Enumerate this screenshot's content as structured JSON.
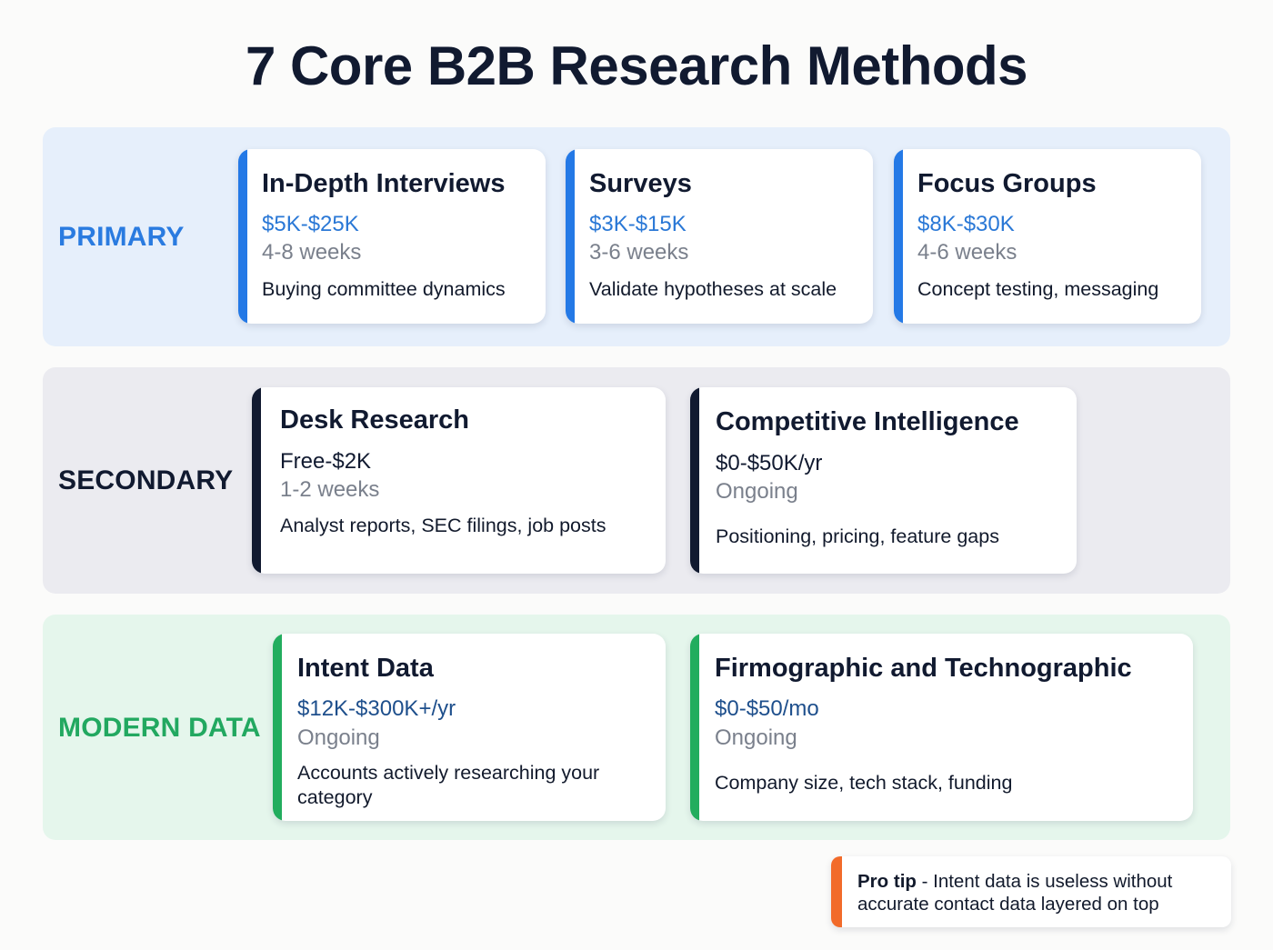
{
  "title": "7 Core B2B Research Methods",
  "colors": {
    "primary_accent": "#2479e6",
    "secondary_accent": "#111a30",
    "modern_accent": "#22ad5e",
    "tip_accent": "#f26b2a",
    "primary_band": "#e6effb",
    "secondary_band": "#ebebf0",
    "modern_band": "#e5f6ec"
  },
  "categories": [
    {
      "label": "PRIMARY",
      "methods": [
        {
          "name": "In-Depth Interviews",
          "cost": "$5K-$25K",
          "timeline": "4-8 weeks",
          "use": "Buying committee dynamics"
        },
        {
          "name": "Surveys",
          "cost": "$3K-$15K",
          "timeline": "3-6 weeks",
          "use": "Validate hypotheses at scale"
        },
        {
          "name": "Focus Groups",
          "cost": "$8K-$30K",
          "timeline": "4-6 weeks",
          "use": "Concept testing, messaging"
        }
      ]
    },
    {
      "label": "SECONDARY",
      "methods": [
        {
          "name": "Desk Research",
          "cost": "Free-$2K",
          "timeline": "1-2 weeks",
          "use": "Analyst reports, SEC filings, job posts"
        },
        {
          "name": "Competitive Intelligence",
          "cost": "$0-$50K/yr",
          "timeline": "Ongoing",
          "use": "Positioning, pricing, feature gaps"
        }
      ]
    },
    {
      "label": "MODERN DATA",
      "methods": [
        {
          "name": "Intent Data",
          "cost": "$12K-$300K+/yr",
          "timeline": "Ongoing",
          "use": "Accounts actively researching your category"
        },
        {
          "name": "Firmographic and Technographic",
          "cost": "$0-$50/mo",
          "timeline": "Ongoing",
          "use": "Company size, tech stack, funding"
        }
      ]
    }
  ],
  "tip": {
    "label": "Pro tip",
    "separator": " - ",
    "text": "Intent data is useless without accurate contact data layered on top"
  }
}
